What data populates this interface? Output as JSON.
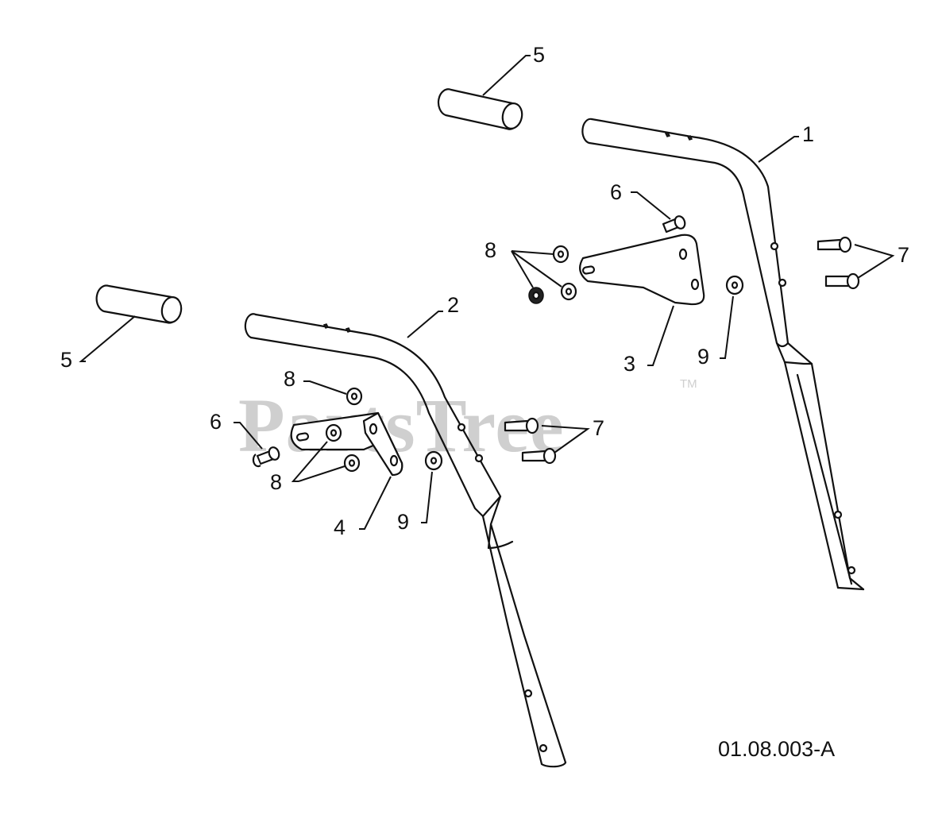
{
  "watermark": {
    "brand": "PartsTree",
    "trademark": "TM"
  },
  "diagram_code": "01.08.003-A",
  "callouts": {
    "c1": "1",
    "c2": "2",
    "c3": "3",
    "c4": "4",
    "c5a": "5",
    "c5b": "5",
    "c6a": "6",
    "c6b": "6",
    "c7a": "7",
    "c7b": "7",
    "c8a": "8",
    "c8b": "8",
    "c8c": "8",
    "c9a": "9",
    "c9b": "9"
  },
  "colors": {
    "line": "#111111",
    "watermark": "#cfcfcf",
    "background": "#ffffff"
  }
}
